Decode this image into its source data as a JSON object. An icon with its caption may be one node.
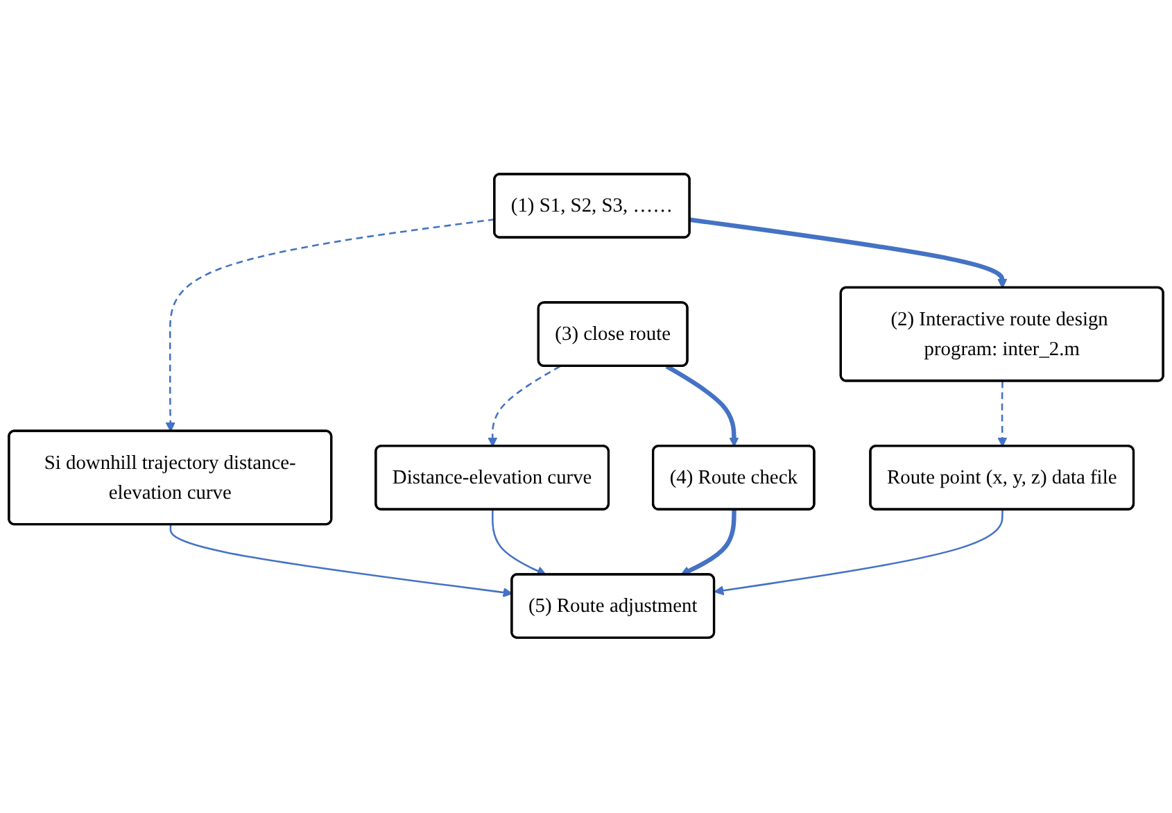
{
  "diagram": {
    "nodes": [
      {
        "text": [
          "(1) S1, S2, S3, ……"
        ]
      },
      {
        "text": [
          "Si downhill trajectory distance-elevation curve"
        ]
      },
      {
        "text": [
          "(2) Interactive route design program: inter_2.m"
        ]
      },
      {
        "text": [
          "Route point (x, y, z) data file"
        ]
      },
      {
        "text": [
          "(3) close route"
        ]
      },
      {
        "text": [
          "Distance-elevation curve"
        ]
      },
      {
        "text": [
          "(4) Route check"
        ]
      },
      {
        "text": [
          "(5) Route adjustment"
        ]
      }
    ],
    "edges": [
      {
        "from": 0,
        "to": 1,
        "arrow": "to",
        "style": "dashed"
      },
      {
        "from": 0,
        "to": 2,
        "arrow": "to",
        "style": "thick"
      },
      {
        "from": 2,
        "to": 3,
        "arrow": "to",
        "style": "dashed"
      },
      {
        "from": 4,
        "to": 5,
        "arrow": "to",
        "style": "dashed"
      },
      {
        "from": 4,
        "to": 6,
        "arrow": "to",
        "style": "thick"
      },
      {
        "from": 6,
        "to": 7,
        "arrow": "to",
        "style": "thick"
      },
      {
        "from": 1,
        "to": 7,
        "arrow": "to"
      },
      {
        "from": 3,
        "to": 7,
        "arrow": "to"
      },
      {
        "from": 5,
        "to": 7,
        "arrow": "to"
      }
    ]
  }
}
